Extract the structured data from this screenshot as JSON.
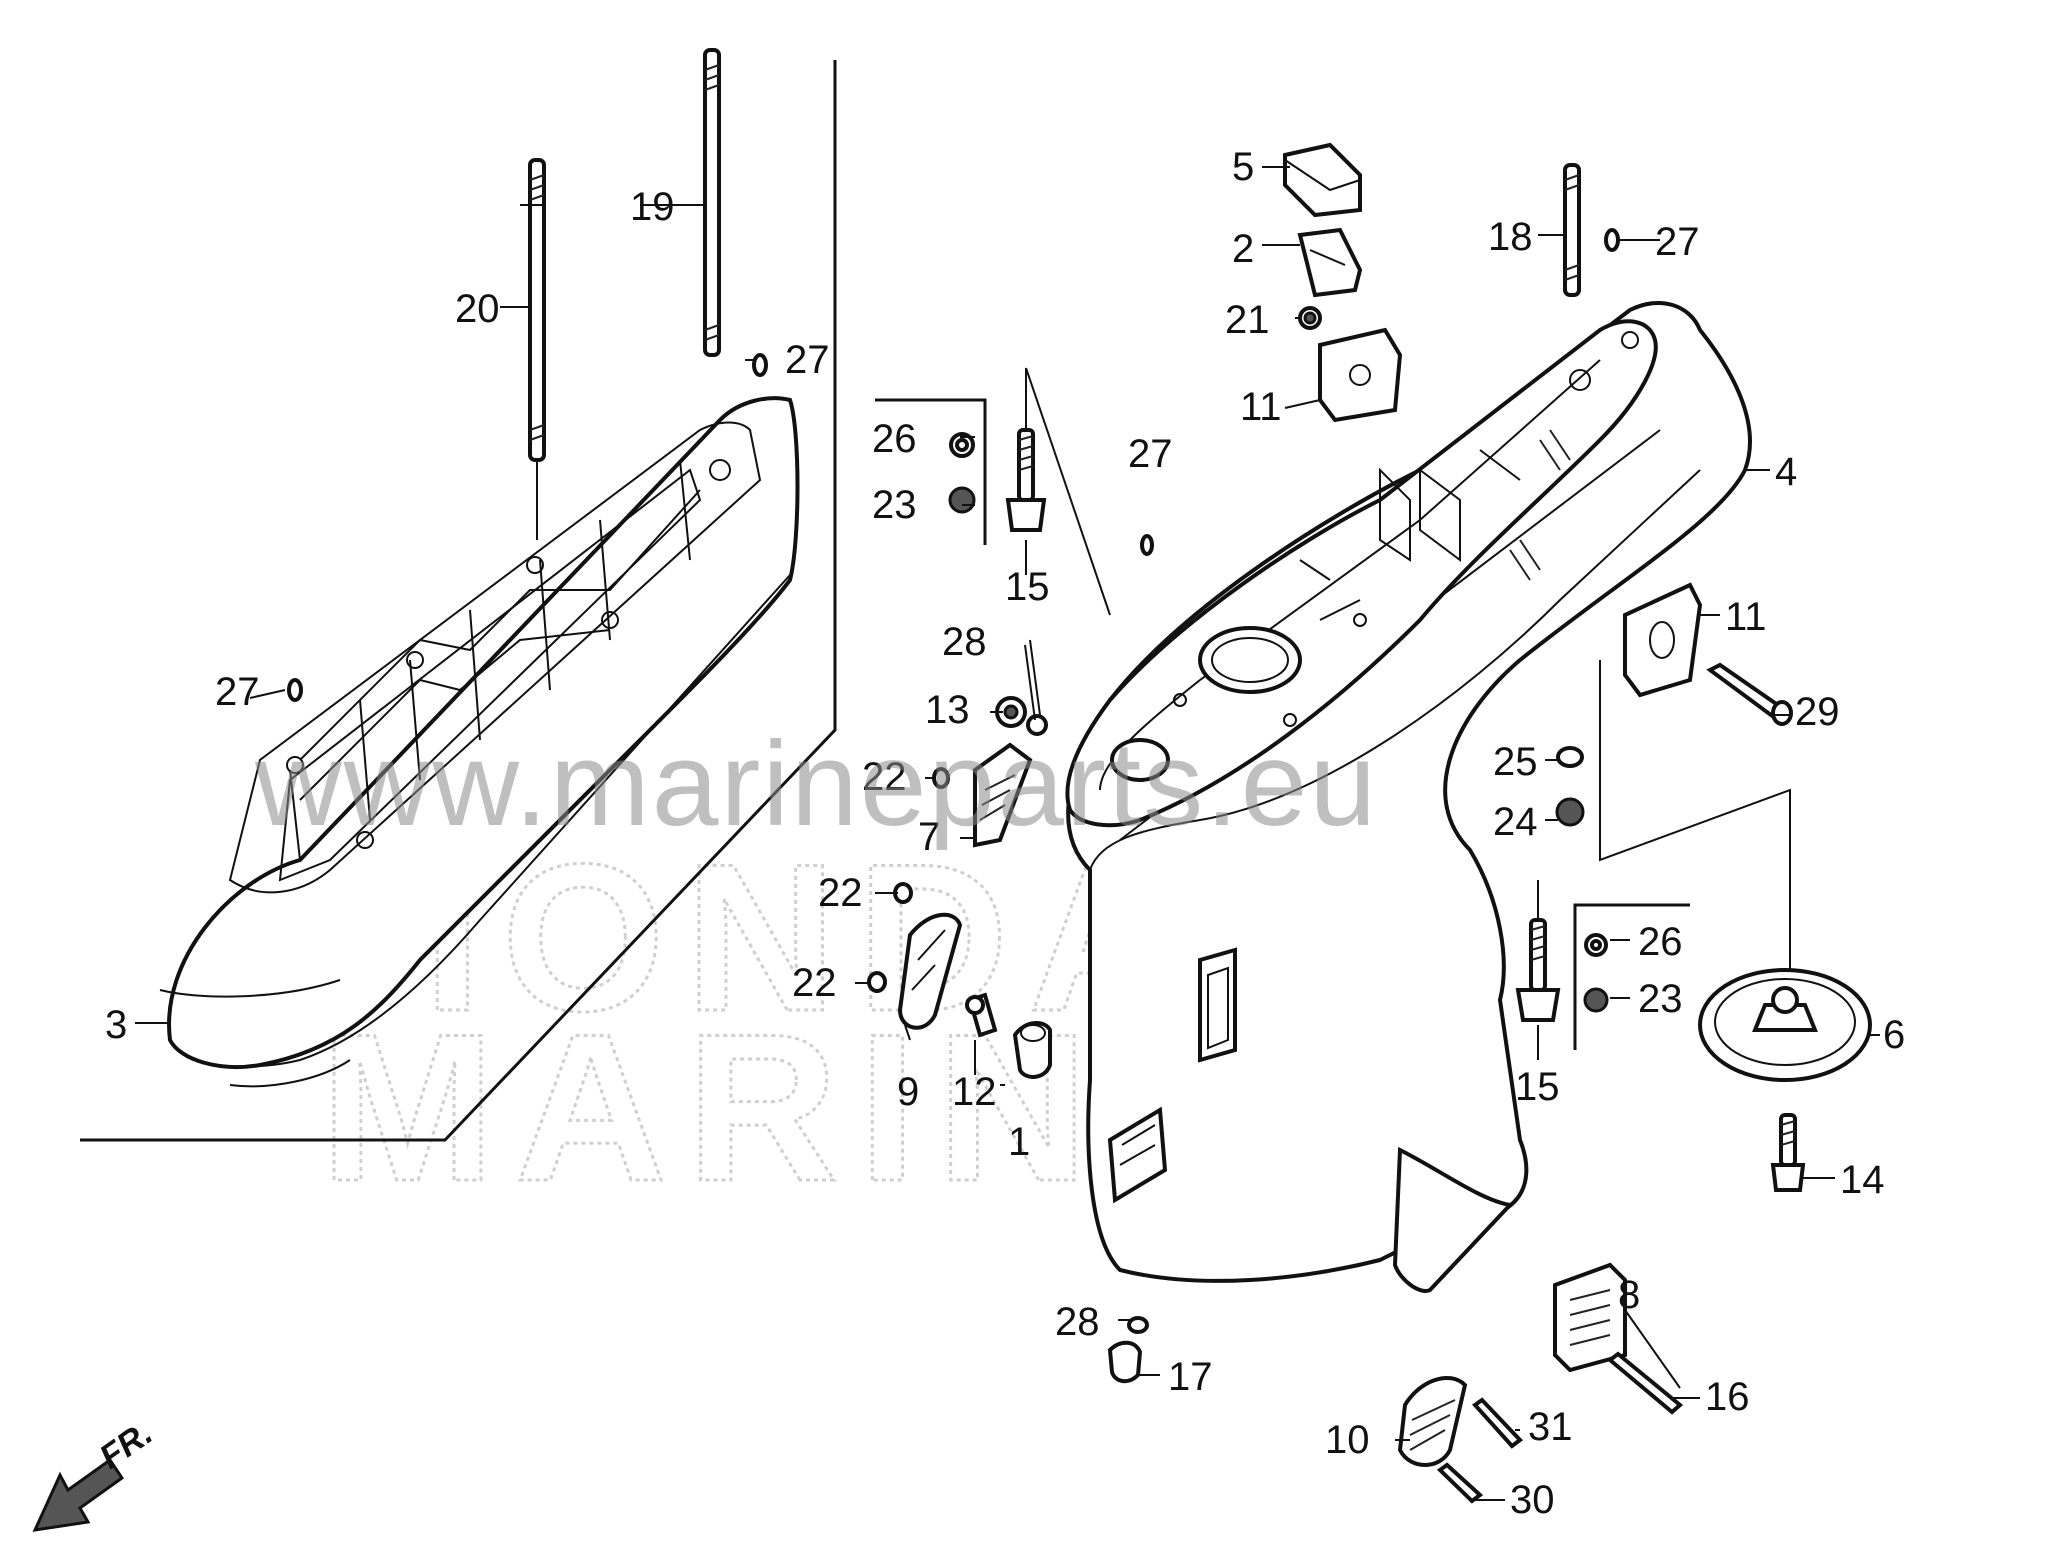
{
  "diagram": {
    "watermark": "www.marineparts.eu",
    "background_mark": [
      "HONDA",
      "MARINE"
    ],
    "direction_label": "FR.",
    "callouts": [
      "1",
      "2",
      "3",
      "4",
      "5",
      "6",
      "7",
      "8",
      "9",
      "10",
      "11",
      "12",
      "13",
      "14",
      "15",
      "16",
      "17",
      "18",
      "19",
      "20",
      "21",
      "22",
      "23",
      "24",
      "25",
      "26",
      "27",
      "28",
      "29",
      "30",
      "31"
    ]
  },
  "labels": {
    "l1": "1",
    "l2": "2",
    "l3": "3",
    "l4": "4",
    "l5": "5",
    "l6": "6",
    "l7": "7",
    "l8": "8",
    "l9": "9",
    "l10": "10",
    "l11a": "11",
    "l11b": "11",
    "l12": "12",
    "l13": "13",
    "l14": "14",
    "l15a": "15",
    "l15b": "15",
    "l16": "16",
    "l17": "17",
    "l18": "18",
    "l19": "19",
    "l20": "20",
    "l21": "21",
    "l22a": "22",
    "l22b": "22",
    "l22c": "22",
    "l23a": "23",
    "l23b": "23",
    "l24": "24",
    "l25": "25",
    "l26a": "26",
    "l26b": "26",
    "l27a": "27",
    "l27b": "27",
    "l27c": "27",
    "l27d": "27",
    "l28a": "28",
    "l28b": "28",
    "l29": "29",
    "l30": "30",
    "l31": "31"
  }
}
